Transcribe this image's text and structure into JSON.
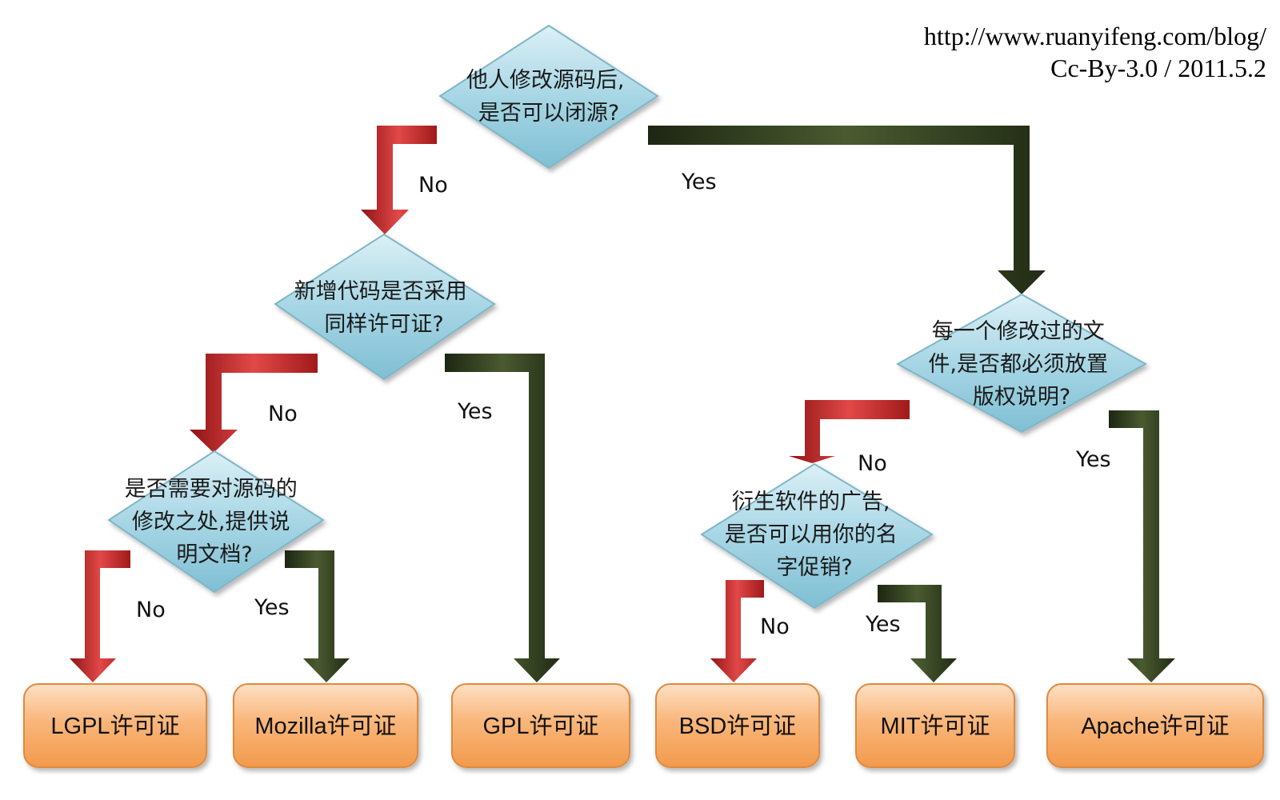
{
  "credit": {
    "url": "http://www.ruanyifeng.com/blog/",
    "license": "Cc-By-3.0 / 2011.5.2"
  },
  "questions": {
    "q1": [
      "他人修改源码后,",
      "是否可以闭源?"
    ],
    "q2": [
      "新增代码是否采用",
      "同样许可证?"
    ],
    "q3": [
      "是否需要对源码的",
      "修改之处,提供说",
      "明文档?"
    ],
    "q4": [
      "每一个修改过的文",
      "件,是否都必须放置",
      "版权说明?"
    ],
    "q5": [
      "衍生软件的广告,",
      "是否可以用你的名",
      "字促销?"
    ]
  },
  "answers": {
    "no": "No",
    "yes": "Yes"
  },
  "licenses": {
    "lgpl": "LGPL许可证",
    "mozilla": "Mozilla许可证",
    "gpl": "GPL许可证",
    "bsd": "BSD许可证",
    "mit": "MIT许可证",
    "apache": "Apache许可证"
  },
  "colors": {
    "no_arrow": "#c42a2a",
    "yes_arrow": "#2f3b1f",
    "diamond": "#a9d6e3",
    "license_box": "#f6a866"
  }
}
